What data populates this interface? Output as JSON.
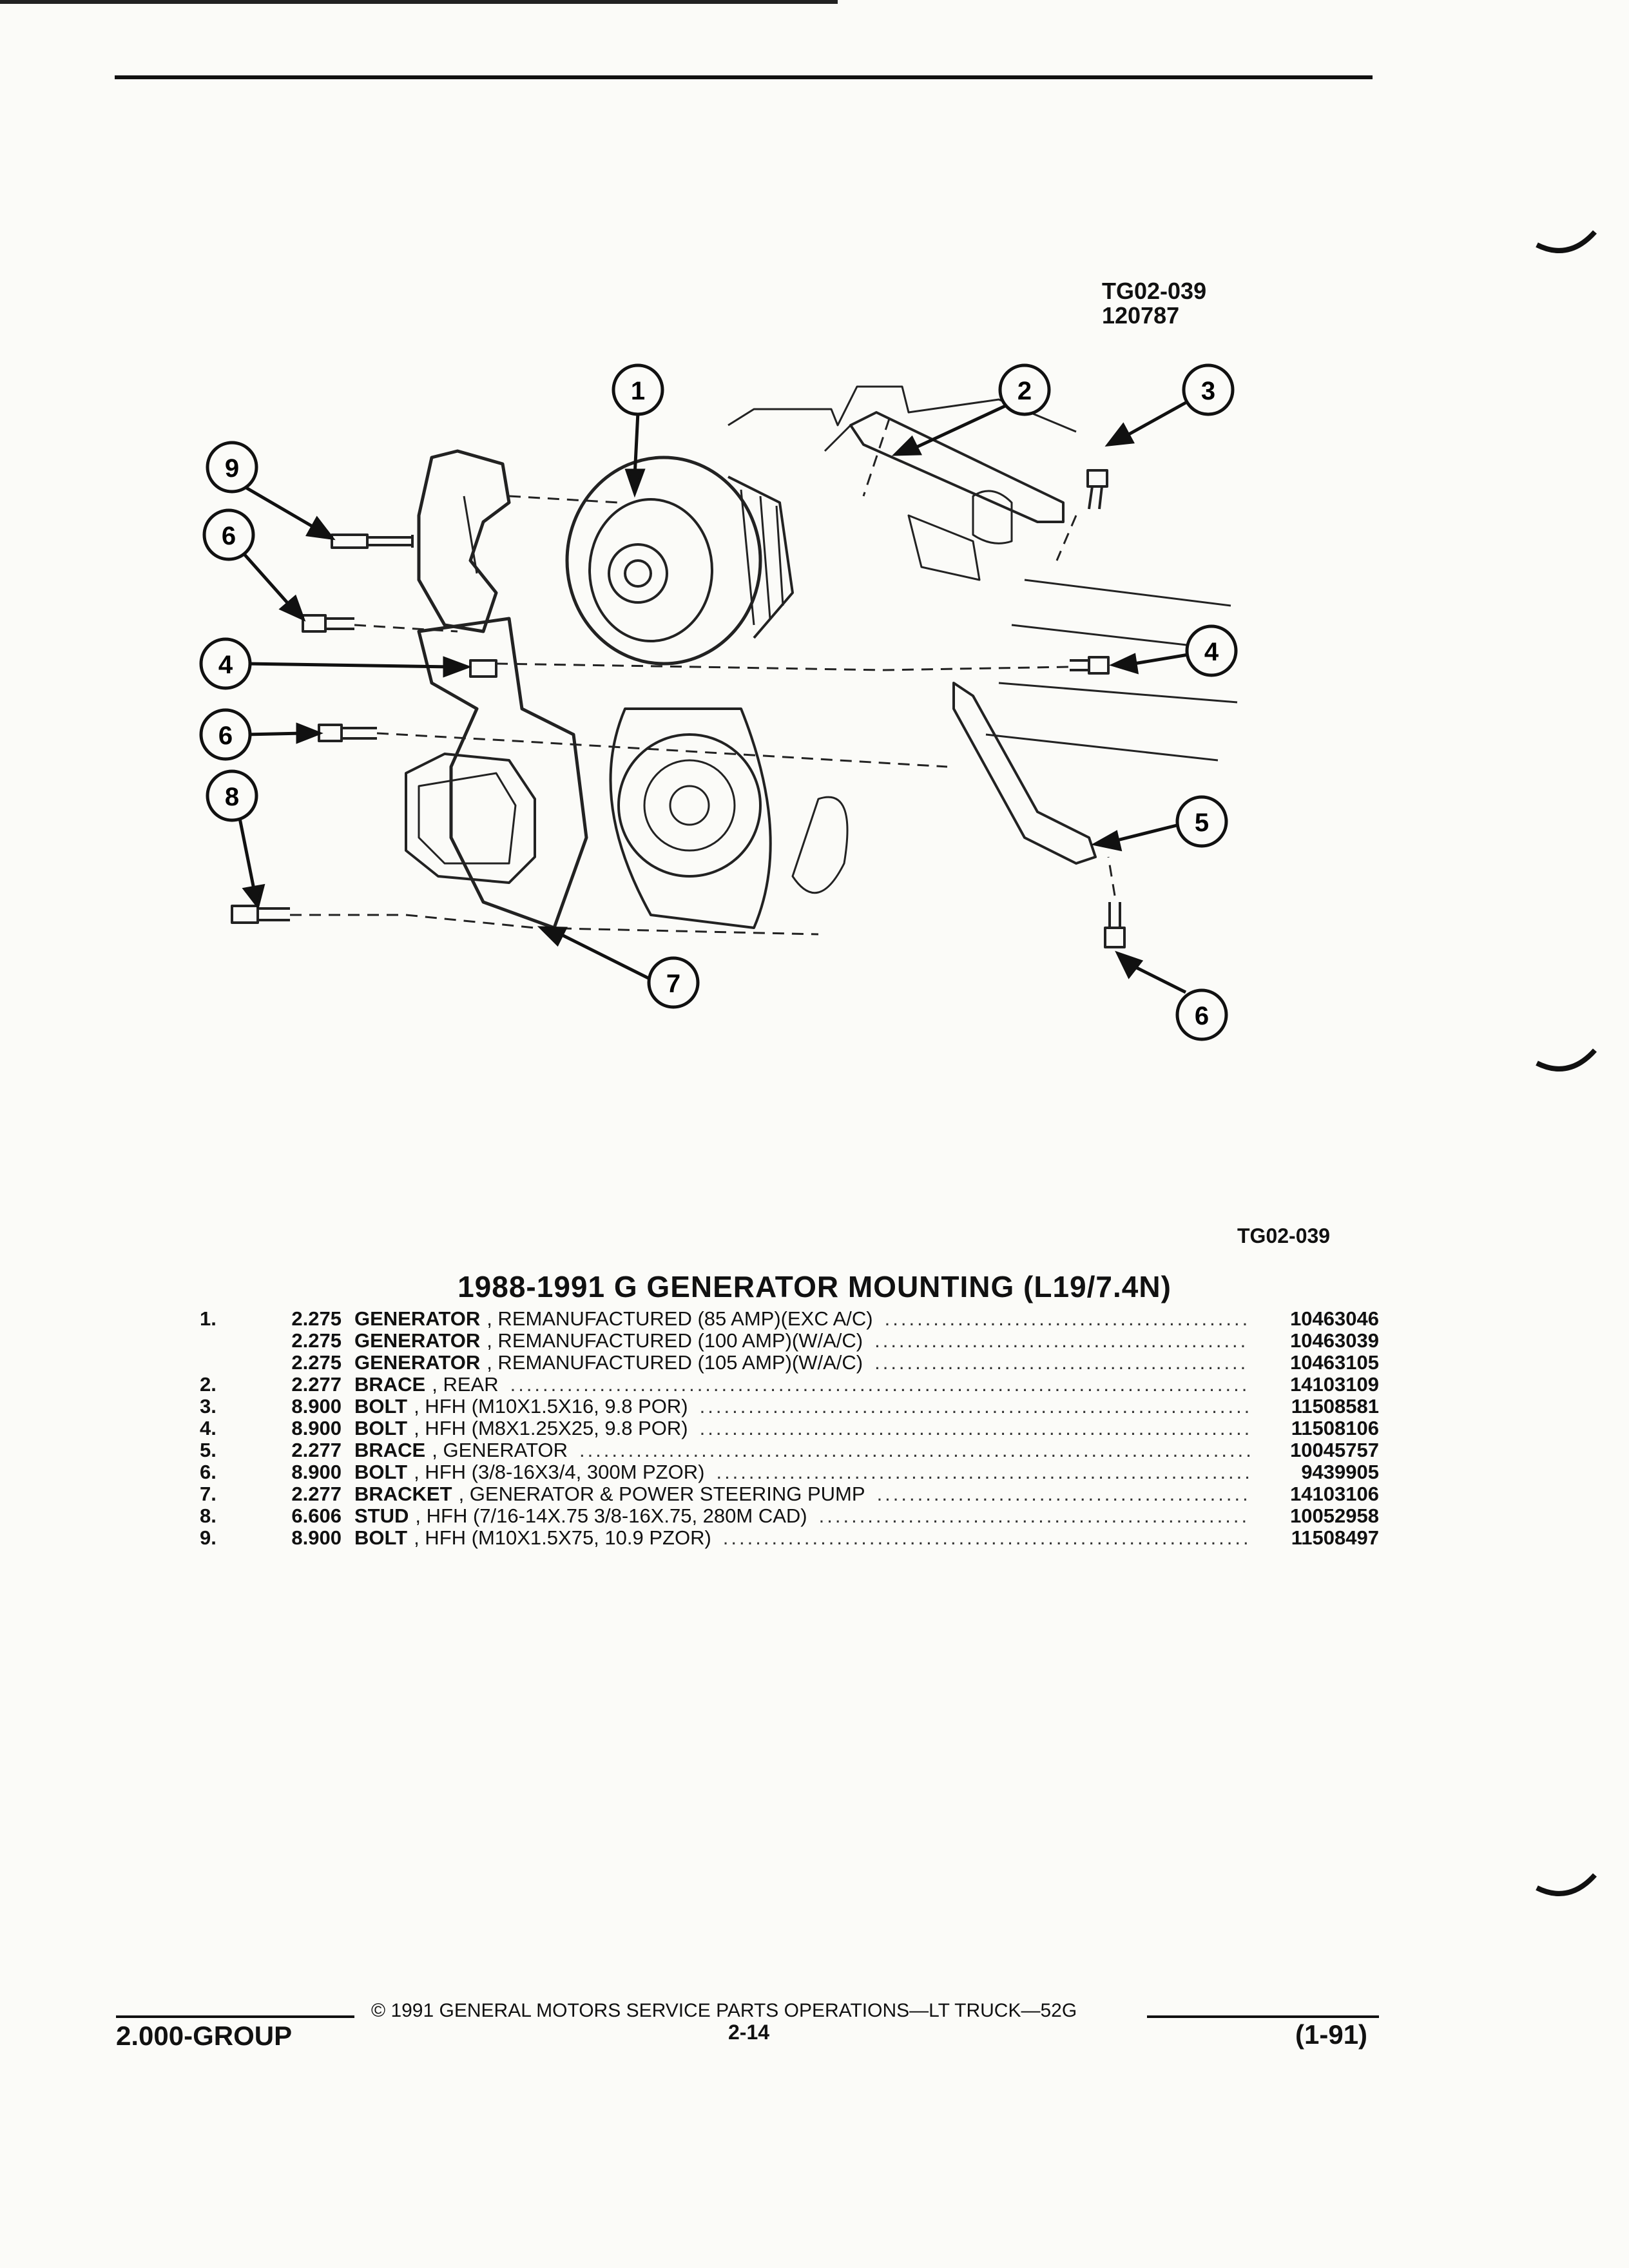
{
  "header": {
    "figure_code": "TG02-039",
    "figure_date": "120787"
  },
  "diagram": {
    "callouts": [
      "1",
      "2",
      "3",
      "4",
      "5",
      "6",
      "7",
      "8",
      "9"
    ],
    "lower_code": "TG02-039"
  },
  "section": {
    "title": "1988-1991 G GENERATOR MOUNTING (L19/7.4N)"
  },
  "parts": [
    {
      "num": "1.",
      "group": "2.275",
      "name": "GENERATOR",
      "desc": ", REMANUFACTURED (85 AMP)(EXC A/C)",
      "part_number": "10463046"
    },
    {
      "num": "",
      "group": "2.275",
      "name": "GENERATOR",
      "desc": ", REMANUFACTURED (100 AMP)(W/A/C)",
      "part_number": "10463039"
    },
    {
      "num": "",
      "group": "2.275",
      "name": "GENERATOR",
      "desc": ", REMANUFACTURED (105 AMP)(W/A/C)",
      "part_number": "10463105"
    },
    {
      "num": "2.",
      "group": "2.277",
      "name": "BRACE",
      "desc": ", REAR",
      "part_number": "14103109"
    },
    {
      "num": "3.",
      "group": "8.900",
      "name": "BOLT",
      "desc": ", HFH (M10X1.5X16, 9.8 POR)",
      "part_number": "11508581"
    },
    {
      "num": "4.",
      "group": "8.900",
      "name": "BOLT",
      "desc": ", HFH (M8X1.25X25, 9.8 POR)",
      "part_number": "11508106"
    },
    {
      "num": "5.",
      "group": "2.277",
      "name": "BRACE",
      "desc": ", GENERATOR",
      "part_number": "10045757"
    },
    {
      "num": "6.",
      "group": "8.900",
      "name": "BOLT",
      "desc": ", HFH (3/8-16X3/4, 300M PZOR)",
      "part_number": "9439905"
    },
    {
      "num": "7.",
      "group": "2.277",
      "name": "BRACKET",
      "desc": ", GENERATOR & POWER STEERING PUMP",
      "part_number": "14103106"
    },
    {
      "num": "8.",
      "group": "6.606",
      "name": "STUD",
      "desc": ", HFH (7/16-14X.75 3/8-16X.75, 280M CAD)",
      "part_number": "10052958"
    },
    {
      "num": "9.",
      "group": "8.900",
      "name": "BOLT",
      "desc": ", HFH (M10X1.5X75, 10.9 PZOR)",
      "part_number": "11508497"
    }
  ],
  "dots": "................................................................................................................",
  "footer": {
    "copyright": "© 1991 GENERAL MOTORS SERVICE PARTS OPERATIONS—LT TRUCK—52G",
    "group": "2.000-GROUP",
    "page": "2-14",
    "revision": "(1-91)"
  }
}
